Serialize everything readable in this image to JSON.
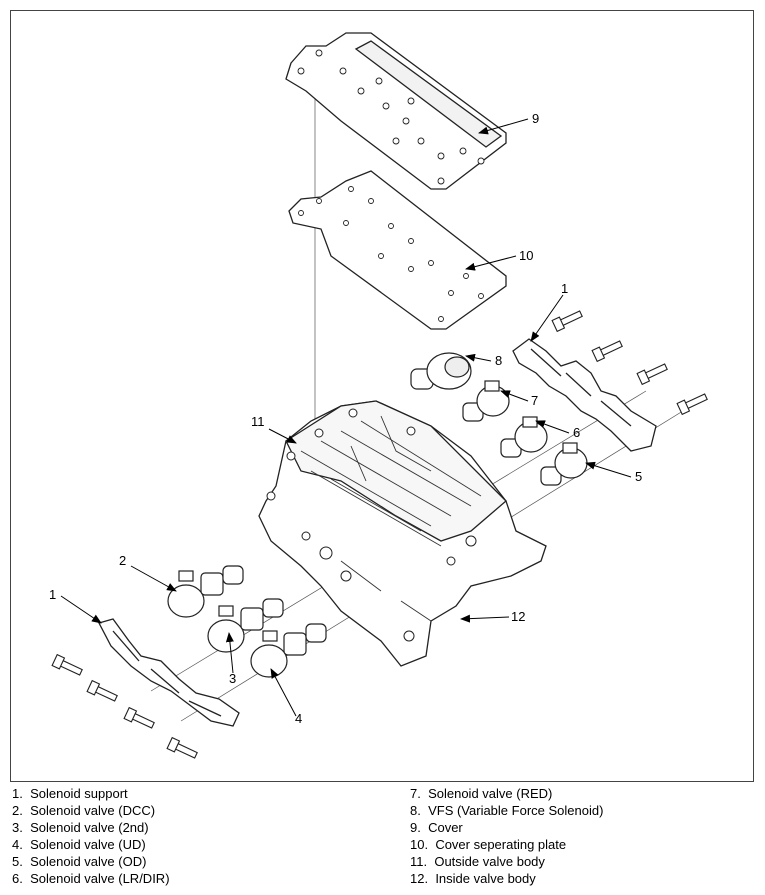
{
  "callouts": {
    "c1_top": "1",
    "c1_left": "1",
    "c2": "2",
    "c3": "3",
    "c4": "4",
    "c5": "5",
    "c6": "6",
    "c7": "7",
    "c8": "8",
    "c9": "9",
    "c10": "10",
    "c11": "11",
    "c12": "12"
  },
  "legend": {
    "left": [
      {
        "num": "1.",
        "label": "Solenoid support"
      },
      {
        "num": "2.",
        "label": "Solenoid valve (DCC)"
      },
      {
        "num": "3.",
        "label": "Solenoid valve (2nd)"
      },
      {
        "num": "4.",
        "label": "Solenoid valve (UD)"
      },
      {
        "num": "5.",
        "label": "Solenoid valve (OD)"
      },
      {
        "num": "6.",
        "label": "Solenoid valve (LR/DIR)"
      }
    ],
    "right": [
      {
        "num": "7.",
        "label": "Solenoid valve (RED)"
      },
      {
        "num": "8.",
        "label": "VFS (Variable Force Solenoid)"
      },
      {
        "num": "9.",
        "label": "Cover"
      },
      {
        "num": "10.",
        "label": "Cover seperating plate"
      },
      {
        "num": "11.",
        "label": "Outside valve body"
      },
      {
        "num": "12.",
        "label": "Inside valve body"
      }
    ]
  }
}
